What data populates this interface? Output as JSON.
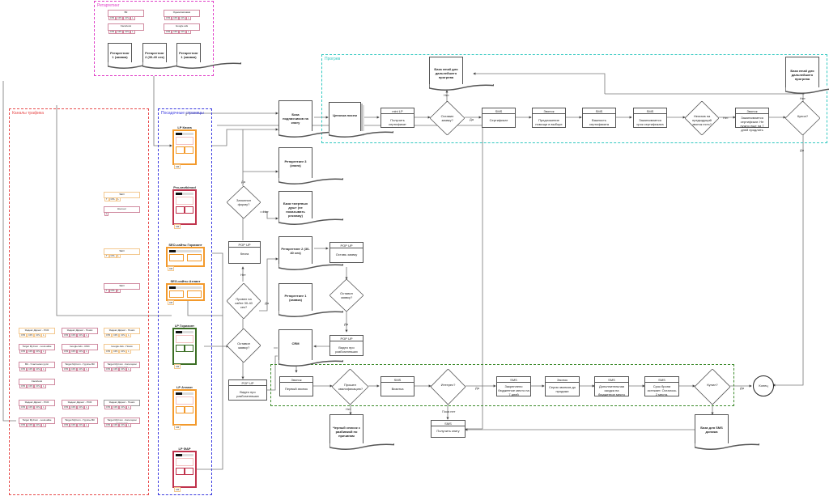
{
  "colors": {
    "retarget_group": "#e040c8",
    "traffic_group": "#e84a4a",
    "landing_group": "#3a3ae0",
    "warmup_group": "#30c8c0",
    "sales_group": "#3b8a2a",
    "line": "#555555"
  },
  "groups": {
    "retarget": "Ретаргетинг",
    "traffic": "Каналы трафика",
    "landing": "Посадочные страницы",
    "warmup": "Прогрев",
    "sales": ""
  },
  "retarget": {
    "channels": [
      {
        "name": "ВК",
        "cells": [
          "CTR",
          "CPC",
          "CPL",
          "L"
        ]
      },
      {
        "name": "Одноклассники",
        "cells": [
          "CTR",
          "CPC",
          "CPL",
          "L"
        ]
      },
      {
        "name": "Facebook",
        "cells": [
          "CTR",
          "CPC",
          "CPL",
          "L"
        ]
      },
      {
        "name": "Google ads",
        "cells": [
          "CTR",
          "CPC",
          "CPL",
          "L"
        ]
      }
    ],
    "docs": [
      {
        "text": "Ретаргетинг 1 (заявка)"
      },
      {
        "text": "Ретаргетинг 2 (30-40 сек)"
      },
      {
        "text": "Ретаргетинг 1 (заявка)"
      }
    ]
  },
  "traffic": {
    "channels": [
      {
        "name": "SEO",
        "cells": [
          "T",
          "CPA",
          "L"
        ]
      },
      {
        "name": "Контент",
        "cells": [
          "L"
        ]
      },
      {
        "name": "SEO",
        "cells": [
          "T",
          "CPA",
          "L"
        ]
      },
      {
        "name": "SEO",
        "cells": [
          "T",
          "CPA",
          "L"
        ]
      },
      {
        "name": "Яндекс Директ - РСЯ",
        "cells": [
          "CTR",
          "CPC",
          "CPL",
          "L"
        ]
      },
      {
        "name": "Яндекс Директ - Поиск",
        "cells": [
          "CTR",
          "CPC",
          "CPL",
          "L"
        ]
      },
      {
        "name": "Яндекс Директ - Поиск",
        "cells": [
          "CTR",
          "CPC",
          "CPL",
          "L"
        ]
      },
      {
        "name": "Target MyCom - Look-alike",
        "cells": [
          "CTR",
          "CPC",
          "CPL",
          "L"
        ]
      },
      {
        "name": "Google Ads - КМС",
        "cells": [
          "CTR",
          "CPC",
          "CPL",
          "L"
        ]
      },
      {
        "name": "Google Ads - Поиск",
        "cells": [
          "CTR",
          "CPC",
          "CPL",
          "L"
        ]
      },
      {
        "name": "ВК - Участники групп",
        "cells": [
          "CTR",
          "CPC",
          "CPL",
          "L"
        ]
      },
      {
        "name": "Target MyCom - Группы ВК",
        "cells": [
          "CTR",
          "CPC",
          "CPL",
          "L"
        ]
      },
      {
        "name": "Target MyCom - Категории интересов",
        "cells": [
          "CTR",
          "CPC",
          "CPL",
          "L"
        ]
      },
      {
        "name": "Facebook",
        "cells": [
          "CTR",
          "CPC",
          "CPL",
          "L"
        ]
      },
      {
        "name": "Яндекс Директ - РСЯ",
        "cells": [
          "CTR",
          "CPC",
          "CPL",
          "L"
        ]
      },
      {
        "name": "Яндекс Директ - РСЯ",
        "cells": [
          "CTR",
          "CPC",
          "CPL",
          "L"
        ]
      },
      {
        "name": "Яндекс Директ - Поиск",
        "cells": [
          "CTR",
          "CPC",
          "CPL",
          "L"
        ]
      },
      {
        "name": "Target MyCom - Look-alike",
        "cells": [
          "CTR",
          "CPC",
          "CPL",
          "L"
        ]
      },
      {
        "name": "Target MyCom - Группы ВК",
        "cells": [
          "CTR",
          "CPC",
          "CPL",
          "L"
        ]
      },
      {
        "name": "Target MyCom - Категории интересов",
        "cells": [
          "CTR",
          "CPC",
          "CPL",
          "L"
        ]
      }
    ]
  },
  "landing": {
    "pages": [
      {
        "title": "LP Книга",
        "tag": "CR"
      },
      {
        "title": "Pro-zavtkimod",
        "tag": "CR"
      },
      {
        "title": "SEO-сайты Горизонт",
        "tag": "CR"
      },
      {
        "title": "SEO-сайты Атлант",
        "tag": "CR"
      },
      {
        "title": "LP Горизонт",
        "tag": "CR"
      },
      {
        "title": "LP Атлант",
        "tag": "CR"
      },
      {
        "title": "LP ФАР",
        "tag": "CR"
      }
    ]
  },
  "flow": {
    "baza_podpisavshihsya": "База подписчиков на книгу",
    "retarget3": "Ретаргетинг 3 (книга)",
    "baza_mertvyh": "База «мертвых душ» (не показывать рекламу)",
    "retarget2": "Ретаргетинг 2 (30-40 сек)",
    "retarget1": "Ретаргетинг 1 (заявка)",
    "crm": "CRM",
    "zapolnil_formu": "Заполнил форму?",
    "proveli_30_40": "Провел на сайте 30-40 сек?",
    "ostavil_zayavku_left": "Оставил заявку?",
    "popup_kniga": {
      "hdr": "POP UP",
      "body": "Книга"
    },
    "popup_video_left": {
      "hdr": "POP UP",
      "body": "Видео про разбогатевших"
    },
    "popup_ostav": {
      "hdr": "POP UP",
      "body": "Оставь заявку"
    },
    "ostavil_zayavku_mid": "Оставил заявку?",
    "popup_video_mid": {
      "hdr": "POP UP",
      "body": "Видео про разбогатевших"
    },
    "cepochka": "Цепочка писем",
    "mini_lp": {
      "hdr": "mini LP",
      "body": "Получить сертификат"
    },
    "ostavil_zayavku_top": "Оставил заявку?",
    "baza_email_1": "База email для дальнейшего прогрева",
    "sms_sert": {
      "hdr": "SMS",
      "body": "Сертификат"
    },
    "zvonok_pomosh": {
      "hdr": "Звонок",
      "body": "Предложение помощи в выборе"
    },
    "sms_vazhnost": {
      "hdr": "SMS",
      "body": "Важность сертификата"
    },
    "sms_zakanch": {
      "hdr": "SMS",
      "body": "Заканчивается срок сертификата"
    },
    "negativ": "Негатив на предыдущий звонок есть?",
    "zvonok_zakanch": {
      "hdr": "Звонок",
      "body": "Заканчивается сертификат. Не нужно еще на 7 дней продлить"
    },
    "kupil_top": "Купил?",
    "baza_email_2": "База email для дальнейшего прогрева",
    "zvonok_perviy": {
      "hdr": "Звонок",
      "body": "Первый звонок"
    },
    "proshel_kval": "Прошел квалификацию?",
    "sms_vizitka": {
      "hdr": "SMS",
      "body": "Визитка"
    },
    "interes": "Интерес?",
    "sms_zakrepleno": {
      "hdr": "SMS",
      "body": "Закреплено бюджетное место на 7 дней"
    },
    "zvonok_seriya": {
      "hdr": "Звонок",
      "body": "Серия звонков до продажи"
    },
    "sms_dop": {
      "hdr": "SMS",
      "body": "Дополнительная скидка на бюджетное место"
    },
    "sms_srok": {
      "hdr": "SMS",
      "body": "Срок брони истекает. Осталось 2 места."
    },
    "kupil_bottom": "Купил?",
    "konec": "Конец",
    "chernyi_spisok": "Черный список с разбивкой по причинам",
    "sms_kniga": {
      "hdr": "SMS",
      "body": "Получить книгу"
    },
    "baza_sms": "База для SMS доножа"
  },
  "edge_labels": {
    "da": "Да",
    "net": "Нет",
    "poka_net": "Пока нет"
  }
}
